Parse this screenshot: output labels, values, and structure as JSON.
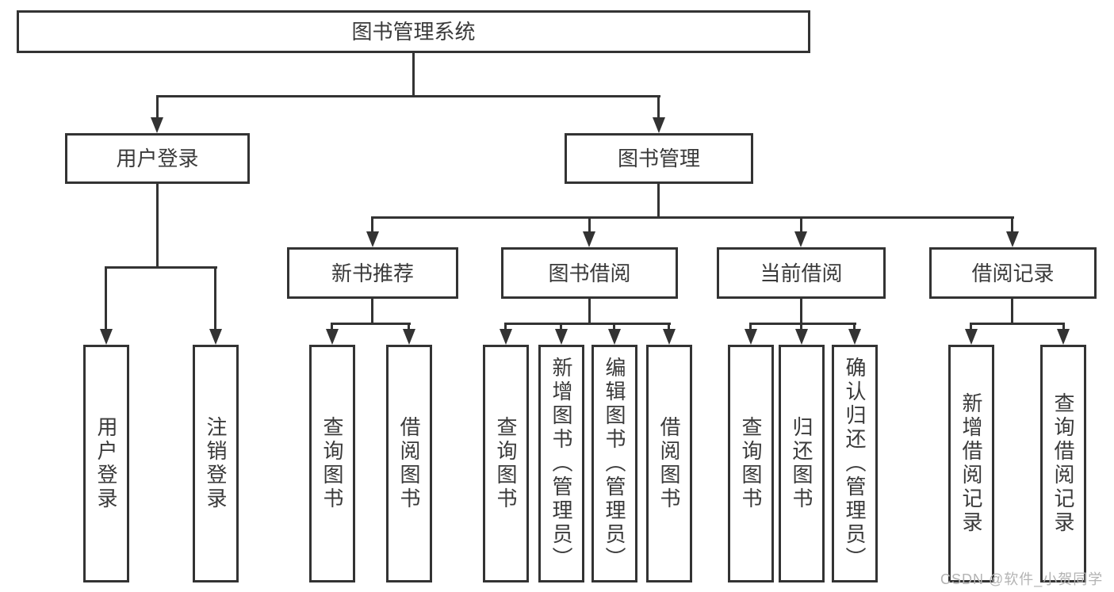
{
  "diagram": {
    "root": {
      "label": "图书管理系统"
    },
    "level2": {
      "user_login": {
        "label": "用户登录"
      },
      "book_mgmt": {
        "label": "图书管理"
      }
    },
    "level3": {
      "new_books": {
        "label": "新书推荐"
      },
      "borrowing": {
        "label": "图书借阅"
      },
      "current": {
        "label": "当前借阅"
      },
      "records": {
        "label": "借阅记录"
      }
    },
    "leaves": {
      "user_login": [
        "用户登录",
        "注销登录"
      ],
      "new_books": [
        "查询图书",
        "借阅图书"
      ],
      "borrowing": [
        "查询图书",
        "新增图书（管理员）",
        "编辑图书（管理员）",
        "借阅图书"
      ],
      "current": [
        "查询图书",
        "归还图书",
        "确认归还（管理员）"
      ],
      "records": [
        "新增借阅记录",
        "查询借阅记录"
      ]
    }
  },
  "watermark": {
    "text": "CSDN @软件_小贺同学"
  },
  "colors": {
    "line": "#333333",
    "text": "#3a3a3a",
    "watermark": "#b3b3b3",
    "background": "#ffffff"
  }
}
